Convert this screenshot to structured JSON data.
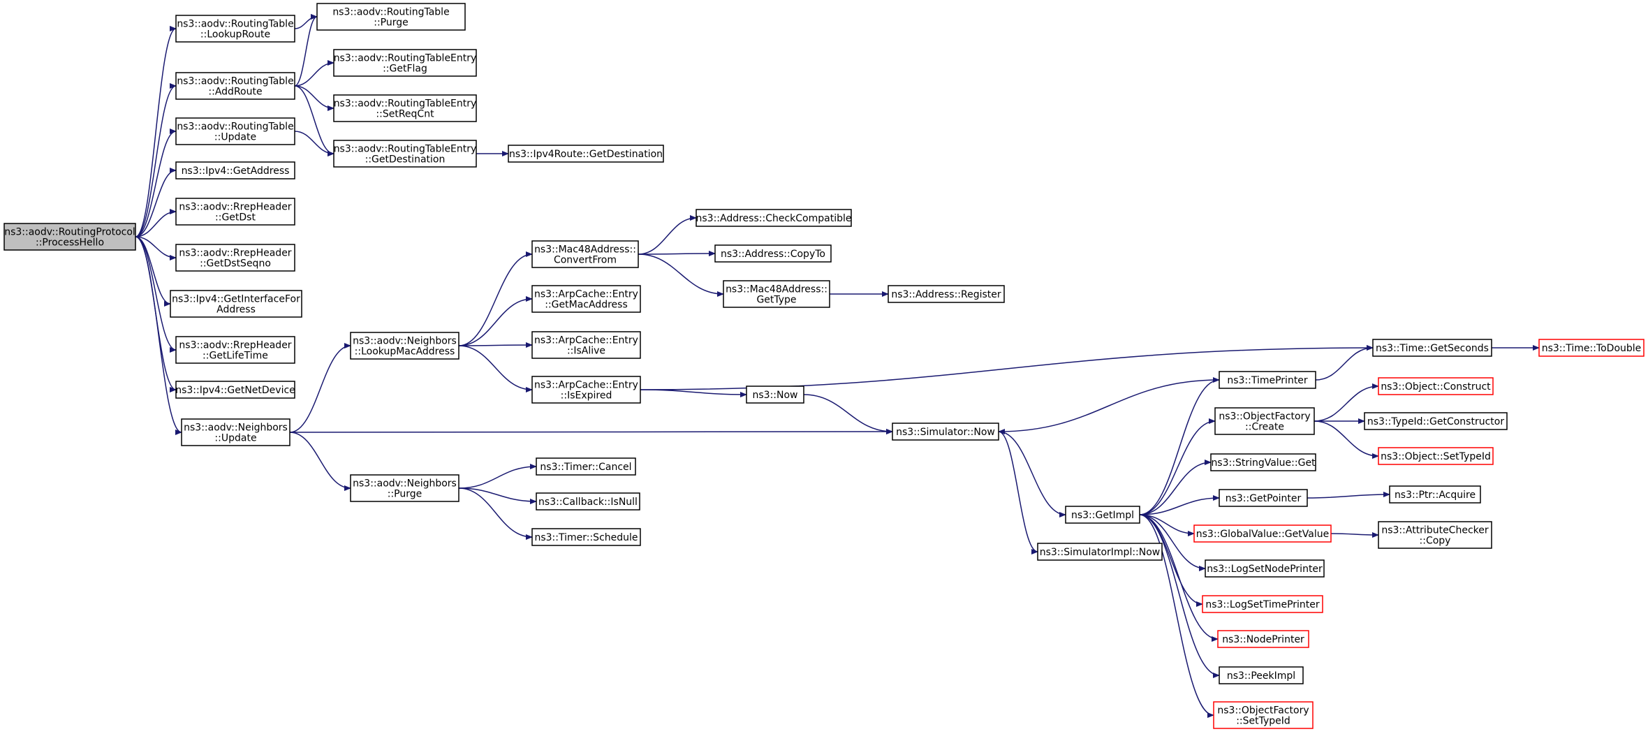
{
  "colors": {
    "edge": "#191970",
    "border": "#000000",
    "border_truncated": "#ff0000",
    "root_fill": "#bfbfbf",
    "fill": "#ffffff"
  },
  "nodes": [
    {
      "id": "root",
      "lines": [
        "ns3::aodv::RoutingProtocol",
        "::ProcessHello"
      ],
      "style": "root"
    },
    {
      "id": "rt_lookup",
      "lines": [
        "ns3::aodv::RoutingTable",
        "::LookupRoute"
      ]
    },
    {
      "id": "rt_addroute",
      "lines": [
        "ns3::aodv::RoutingTable",
        "::AddRoute"
      ]
    },
    {
      "id": "rt_update",
      "lines": [
        "ns3::aodv::RoutingTable",
        "::Update"
      ]
    },
    {
      "id": "ipv4_getaddr",
      "lines": [
        "ns3::Ipv4::GetAddress"
      ]
    },
    {
      "id": "rrep_getdst",
      "lines": [
        "ns3::aodv::RrepHeader",
        "::GetDst"
      ]
    },
    {
      "id": "rrep_getdstseqno",
      "lines": [
        "ns3::aodv::RrepHeader",
        "::GetDstSeqno"
      ]
    },
    {
      "id": "ipv4_getif",
      "lines": [
        "ns3::Ipv4::GetInterfaceFor",
        "Address"
      ]
    },
    {
      "id": "rrep_getlife",
      "lines": [
        "ns3::aodv::RrepHeader",
        "::GetLifeTime"
      ]
    },
    {
      "id": "ipv4_getnetdev",
      "lines": [
        "ns3::Ipv4::GetNetDevice"
      ]
    },
    {
      "id": "nb_update",
      "lines": [
        "ns3::aodv::Neighbors",
        "::Update"
      ]
    },
    {
      "id": "rt_purge",
      "lines": [
        "ns3::aodv::RoutingTable",
        "::Purge"
      ]
    },
    {
      "id": "rte_getflag",
      "lines": [
        "ns3::aodv::RoutingTableEntry",
        "::GetFlag"
      ]
    },
    {
      "id": "rte_setreqcnt",
      "lines": [
        "ns3::aodv::RoutingTableEntry",
        "::SetReqCnt"
      ]
    },
    {
      "id": "rte_getdest",
      "lines": [
        "ns3::aodv::RoutingTableEntry",
        "::GetDestination"
      ]
    },
    {
      "id": "ipv4route_getdest",
      "lines": [
        "ns3::Ipv4Route::GetDestination"
      ]
    },
    {
      "id": "nb_lookupmac",
      "lines": [
        "ns3::aodv::Neighbors",
        "::LookupMacAddress"
      ]
    },
    {
      "id": "nb_purge",
      "lines": [
        "ns3::aodv::Neighbors",
        "::Purge"
      ]
    },
    {
      "id": "mac48_convertfrom",
      "lines": [
        "ns3::Mac48Address::",
        "ConvertFrom"
      ]
    },
    {
      "id": "arp_getmac",
      "lines": [
        "ns3::ArpCache::Entry",
        "::GetMacAddress"
      ]
    },
    {
      "id": "arp_isalive",
      "lines": [
        "ns3::ArpCache::Entry",
        "::IsAlive"
      ]
    },
    {
      "id": "arp_isexpired",
      "lines": [
        "ns3::ArpCache::Entry",
        "::IsExpired"
      ]
    },
    {
      "id": "timer_cancel",
      "lines": [
        "ns3::Timer::Cancel"
      ]
    },
    {
      "id": "callback_isnull",
      "lines": [
        "ns3::Callback::IsNull"
      ]
    },
    {
      "id": "timer_schedule",
      "lines": [
        "ns3::Timer::Schedule"
      ]
    },
    {
      "id": "addr_checkcompat",
      "lines": [
        "ns3::Address::CheckCompatible"
      ]
    },
    {
      "id": "addr_copyto",
      "lines": [
        "ns3::Address::CopyTo"
      ]
    },
    {
      "id": "mac48_gettype",
      "lines": [
        "ns3::Mac48Address::",
        "GetType"
      ]
    },
    {
      "id": "addr_register",
      "lines": [
        "ns3::Address::Register"
      ]
    },
    {
      "id": "now",
      "lines": [
        "ns3::Now"
      ]
    },
    {
      "id": "sim_now",
      "lines": [
        "ns3::Simulator::Now"
      ]
    },
    {
      "id": "getimpl",
      "lines": [
        "ns3::GetImpl"
      ]
    },
    {
      "id": "simimpl_now",
      "lines": [
        "ns3::SimulatorImpl::Now"
      ]
    },
    {
      "id": "timeprinter",
      "lines": [
        "ns3::TimePrinter"
      ]
    },
    {
      "id": "objfactory_create",
      "lines": [
        "ns3::ObjectFactory",
        "::Create"
      ]
    },
    {
      "id": "stringvalue_get",
      "lines": [
        "ns3::StringValue::Get"
      ]
    },
    {
      "id": "getpointer",
      "lines": [
        "ns3::GetPointer"
      ]
    },
    {
      "id": "globalvalue_getvalue",
      "lines": [
        "ns3::GlobalValue::GetValue"
      ],
      "style": "truncated"
    },
    {
      "id": "logsetnodeprinter",
      "lines": [
        "ns3::LogSetNodePrinter"
      ]
    },
    {
      "id": "logsettimeprinter",
      "lines": [
        "ns3::LogSetTimePrinter"
      ],
      "style": "truncated"
    },
    {
      "id": "nodeprinter",
      "lines": [
        "ns3::NodePrinter"
      ],
      "style": "truncated"
    },
    {
      "id": "peekimpl",
      "lines": [
        "ns3::PeekImpl"
      ]
    },
    {
      "id": "objfactory_settypeid",
      "lines": [
        "ns3::ObjectFactory",
        "::SetTypeId"
      ],
      "style": "truncated"
    },
    {
      "id": "time_getseconds",
      "lines": [
        "ns3::Time::GetSeconds"
      ]
    },
    {
      "id": "time_todouble",
      "lines": [
        "ns3::Time::ToDouble"
      ],
      "style": "truncated"
    },
    {
      "id": "object_construct",
      "lines": [
        "ns3::Object::Construct"
      ],
      "style": "truncated"
    },
    {
      "id": "typeid_getconstructor",
      "lines": [
        "ns3::TypeId::GetConstructor"
      ]
    },
    {
      "id": "object_settypeid",
      "lines": [
        "ns3::Object::SetTypeId"
      ],
      "style": "truncated"
    },
    {
      "id": "ptr_acquire",
      "lines": [
        "ns3::Ptr::Acquire"
      ]
    },
    {
      "id": "attrchecker_copy",
      "lines": [
        "ns3::AttributeChecker",
        "::Copy"
      ]
    }
  ],
  "edges": [
    [
      "root",
      "rt_lookup"
    ],
    [
      "root",
      "rt_addroute"
    ],
    [
      "root",
      "rt_update"
    ],
    [
      "root",
      "ipv4_getaddr"
    ],
    [
      "root",
      "rrep_getdst"
    ],
    [
      "root",
      "rrep_getdstseqno"
    ],
    [
      "root",
      "ipv4_getif"
    ],
    [
      "root",
      "rrep_getlife"
    ],
    [
      "root",
      "ipv4_getnetdev"
    ],
    [
      "root",
      "nb_update"
    ],
    [
      "rt_lookup",
      "rt_purge"
    ],
    [
      "rt_addroute",
      "rt_purge"
    ],
    [
      "rt_addroute",
      "rte_getflag"
    ],
    [
      "rt_addroute",
      "rte_setreqcnt"
    ],
    [
      "rt_addroute",
      "rte_getdest"
    ],
    [
      "rt_update",
      "rte_getdest"
    ],
    [
      "rte_getdest",
      "ipv4route_getdest"
    ],
    [
      "nb_update",
      "nb_lookupmac"
    ],
    [
      "nb_update",
      "sim_now"
    ],
    [
      "nb_update",
      "nb_purge"
    ],
    [
      "nb_lookupmac",
      "mac48_convertfrom"
    ],
    [
      "nb_lookupmac",
      "arp_getmac"
    ],
    [
      "nb_lookupmac",
      "arp_isalive"
    ],
    [
      "nb_lookupmac",
      "arp_isexpired"
    ],
    [
      "mac48_convertfrom",
      "addr_checkcompat"
    ],
    [
      "mac48_convertfrom",
      "addr_copyto"
    ],
    [
      "mac48_convertfrom",
      "mac48_gettype"
    ],
    [
      "mac48_gettype",
      "addr_register"
    ],
    [
      "arp_isexpired",
      "time_getseconds"
    ],
    [
      "arp_isexpired",
      "now"
    ],
    [
      "nb_purge",
      "timer_cancel"
    ],
    [
      "nb_purge",
      "callback_isnull"
    ],
    [
      "nb_purge",
      "timer_schedule"
    ],
    [
      "now",
      "sim_now"
    ],
    [
      "sim_now",
      "getimpl"
    ],
    [
      "sim_now",
      "simimpl_now"
    ],
    [
      "getimpl",
      "timeprinter"
    ],
    [
      "getimpl",
      "objfactory_create"
    ],
    [
      "getimpl",
      "stringvalue_get"
    ],
    [
      "getimpl",
      "getpointer"
    ],
    [
      "getimpl",
      "globalvalue_getvalue"
    ],
    [
      "getimpl",
      "logsetnodeprinter"
    ],
    [
      "getimpl",
      "logsettimeprinter"
    ],
    [
      "getimpl",
      "nodeprinter"
    ],
    [
      "getimpl",
      "peekimpl"
    ],
    [
      "getimpl",
      "objfactory_settypeid"
    ],
    [
      "timeprinter",
      "sim_now"
    ],
    [
      "timeprinter",
      "time_getseconds"
    ],
    [
      "time_getseconds",
      "time_todouble"
    ],
    [
      "objfactory_create",
      "object_construct"
    ],
    [
      "objfactory_create",
      "typeid_getconstructor"
    ],
    [
      "objfactory_create",
      "object_settypeid"
    ],
    [
      "getpointer",
      "ptr_acquire"
    ],
    [
      "globalvalue_getvalue",
      "attrchecker_copy"
    ]
  ]
}
